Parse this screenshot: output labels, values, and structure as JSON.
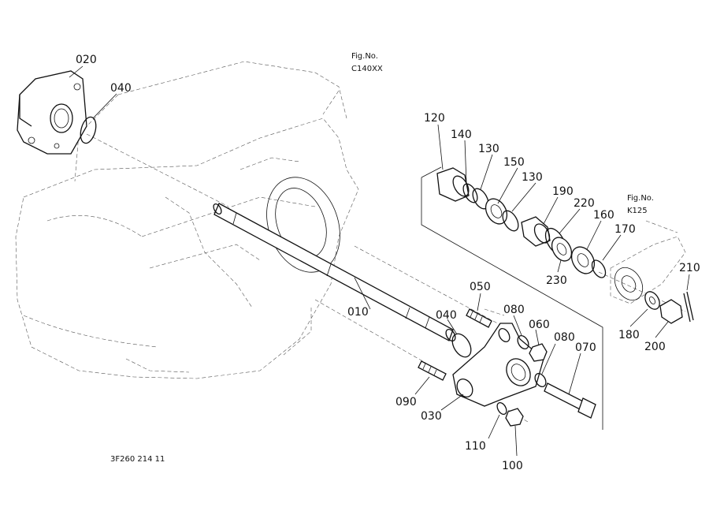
{
  "figure_refs": {
    "top": {
      "title": "Fig.No.",
      "code": "C140XX"
    },
    "right": {
      "title": "Fig.No.",
      "code": "K125"
    }
  },
  "part_labels": {
    "p020": "020",
    "p040a": "040",
    "p040b": "040",
    "p010": "010",
    "p050": "050",
    "p080a": "080",
    "p080b": "080",
    "p060": "060",
    "p070": "070",
    "p090": "090",
    "p030": "030",
    "p110": "110",
    "p100": "100",
    "p120": "120",
    "p140": "140",
    "p130a": "130",
    "p130b": "130",
    "p150": "150",
    "p190": "190",
    "p220": "220",
    "p160": "160",
    "p170": "170",
    "p230": "230",
    "p210": "210",
    "p180": "180",
    "p200": "200"
  },
  "drawing_code": "3F260 214 11"
}
